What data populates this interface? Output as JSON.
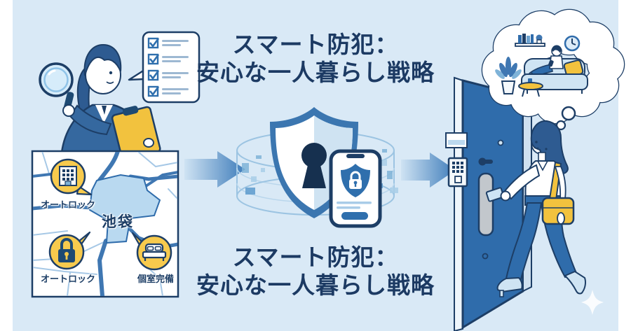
{
  "page": {
    "background": "#ffffff",
    "panel_background": "#d9e9f6"
  },
  "titles": {
    "top": {
      "line1": "スマート防犯：",
      "line2": "安心な一人暮らし戦略"
    },
    "bottom": {
      "line1": "スマート防犯：",
      "line2": "安心な一人暮らし戦略"
    }
  },
  "map": {
    "area_label": "池袋",
    "badge1": {
      "icon": "building-icon",
      "label": "オートロック"
    },
    "badge2": {
      "icon": "padlock-icon",
      "label": "オートロック"
    },
    "badge3": {
      "icon": "bed-icon",
      "label": "個室完備"
    }
  },
  "icons": [
    "magnifier-icon",
    "checklist-icon",
    "clipboard-icon",
    "arrow-right-icon",
    "shield-keyhole-icon",
    "smartphone-lock-icon",
    "data-ring-icon",
    "door-icon",
    "keypad-icon",
    "nameplate-icon",
    "thought-bubble-icon",
    "sofa-icon",
    "plant-icon",
    "clock-icon",
    "shoulder-bag-icon",
    "keycard-icon",
    "sparkle-icon"
  ],
  "colors": {
    "title_text": "#1c3a63",
    "dark_navy": "#1d3e66",
    "primary_blue": "#2f6cab",
    "suit_blue": "#35689f",
    "light_blue": "#cfe4f3",
    "accent_yellow": "#f2c23e",
    "map_area": "#b9d9f0",
    "arrow_start": "#cfe3f3",
    "arrow_end": "#3e7cba"
  }
}
